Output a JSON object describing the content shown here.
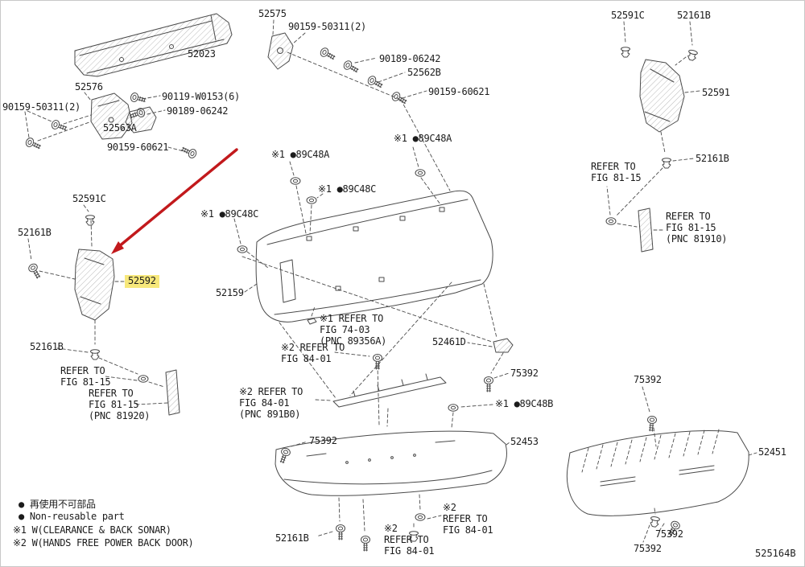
{
  "diagram": {
    "code": "525164B",
    "description": "Rear bumper exploded parts diagram",
    "selected_part": "52592"
  },
  "colors": {
    "highlight": "#f7e87b",
    "arrow": "#c2191c",
    "line": "#4a4a4a"
  },
  "labels": [
    {
      "text": "52575"
    },
    {
      "text": "90159-50311(2)"
    },
    {
      "text": "52023"
    },
    {
      "text": "90189-06242"
    },
    {
      "text": "52562B"
    },
    {
      "text": "52576"
    },
    {
      "text": "90119-W0153(6)"
    },
    {
      "text": "90159-60621"
    },
    {
      "text": "90159-50311(2)"
    },
    {
      "text": "90189-06242"
    },
    {
      "text": "52563A"
    },
    {
      "text": "90159-60621"
    },
    {
      "text": "52591C"
    },
    {
      "text": "52161B"
    },
    {
      "text": "52591"
    },
    {
      "text": "52161B"
    },
    {
      "text": "REFER TO\nFIG 81-15"
    },
    {
      "text": "REFER TO\nFIG 81-15\n(PNC 81910)"
    },
    {
      "text": "※1 ●89C48A"
    },
    {
      "text": "※1 ●89C48A"
    },
    {
      "text": "※1 ●89C48C"
    },
    {
      "text": "※1 ●89C48C"
    },
    {
      "text": "52591C"
    },
    {
      "text": "52161B"
    },
    {
      "text": "52592"
    },
    {
      "text": "52159"
    },
    {
      "text": "52161B"
    },
    {
      "text": "REFER TO\nFIG 81-15"
    },
    {
      "text": "REFER TO\nFIG 81-15\n(PNC 81920)"
    },
    {
      "text": "※1 REFER TO\nFIG 74-03\n(PNC 89356A)"
    },
    {
      "text": "※2 REFER TO\nFIG 84-01"
    },
    {
      "text": "52461D"
    },
    {
      "text": "75392"
    },
    {
      "text": "※2 REFER TO\nFIG 84-01\n(PNC 891B0)"
    },
    {
      "text": "※1 ●89C48B"
    },
    {
      "text": "75392"
    },
    {
      "text": "52453"
    },
    {
      "text": "75392"
    },
    {
      "text": "52451"
    },
    {
      "text": "52161B"
    },
    {
      "text": "※2\nREFER TO\nFIG 84-01"
    },
    {
      "text": "※2\nREFER TO\nFIG 84-01"
    },
    {
      "text": "75392"
    },
    {
      "text": "75392"
    }
  ],
  "legend": {
    "line1": "● 再使用不可部品",
    "line2": "● Non-reusable part",
    "line3": "※1 W(CLEARANCE & BACK SONAR)",
    "line4": "※2 W(HANDS FREE POWER BACK DOOR)"
  }
}
